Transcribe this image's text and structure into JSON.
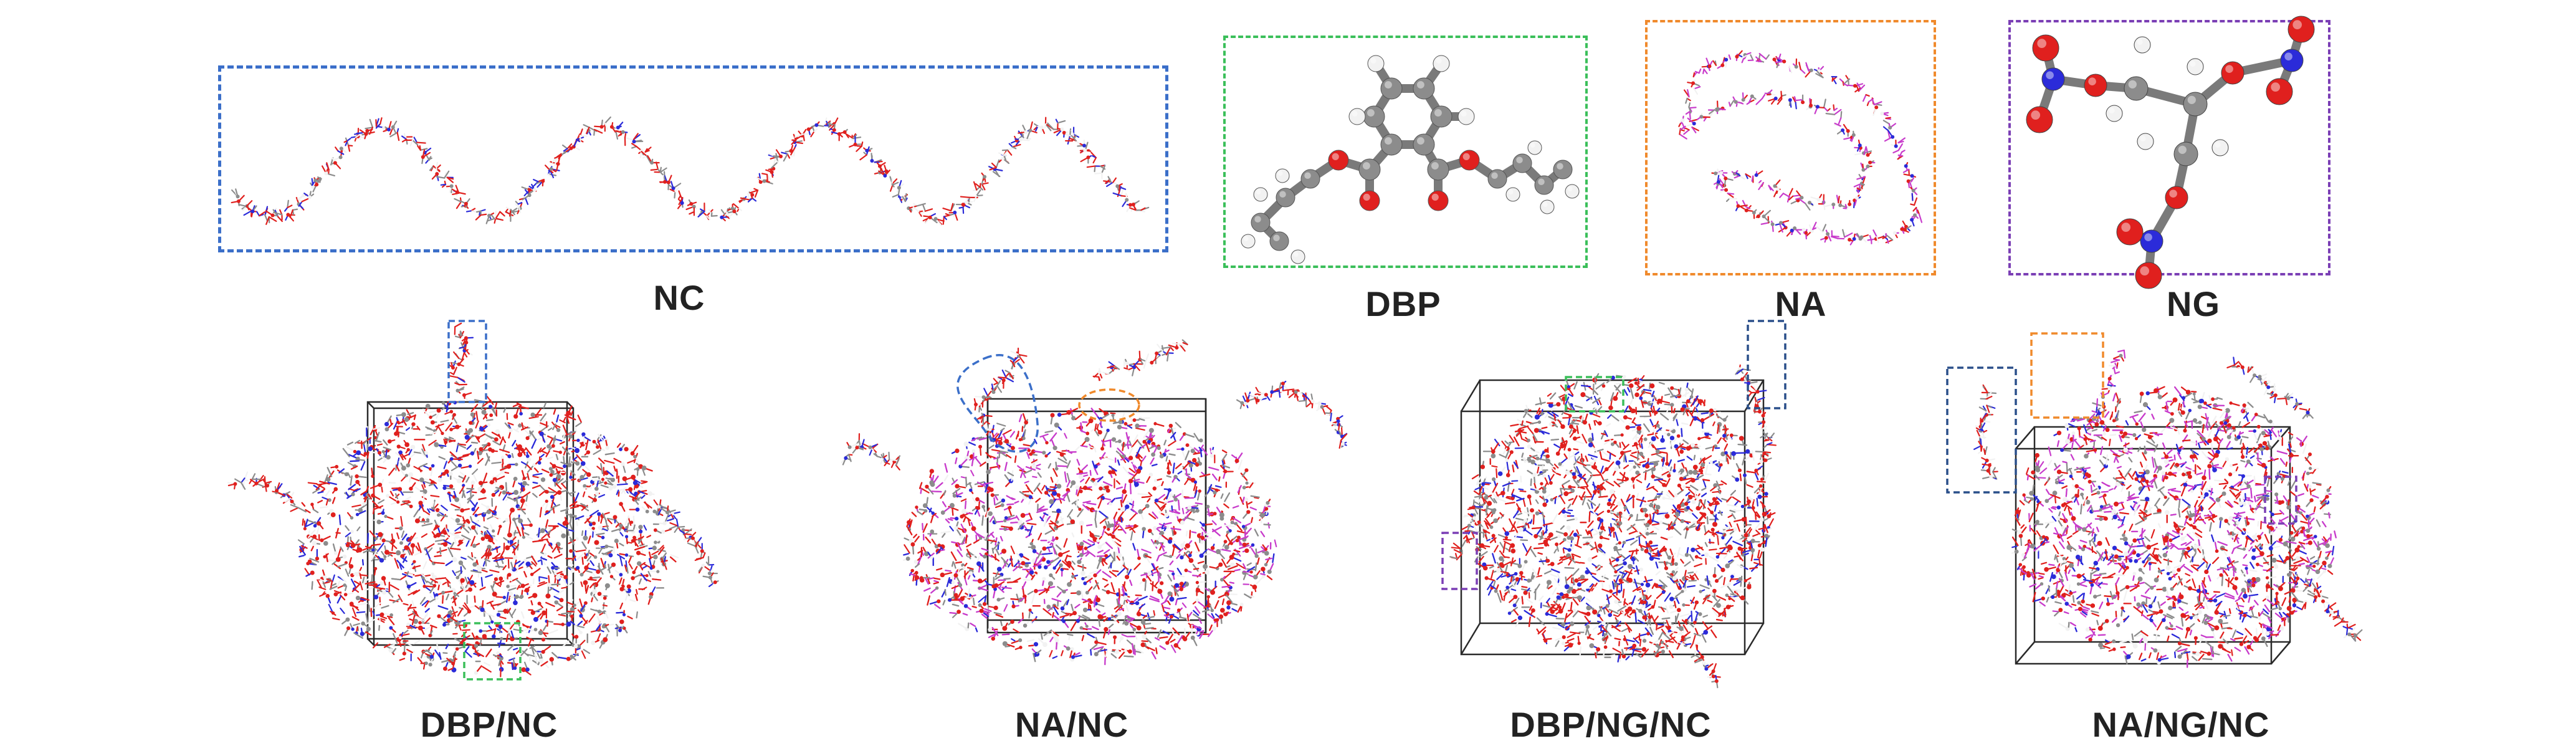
{
  "figure": {
    "top_row": [
      {
        "id": "nc",
        "label": "NC",
        "frame_color": "#3b6fc9"
      },
      {
        "id": "dbp",
        "label": "DBP",
        "frame_color": "#3bbf5a"
      },
      {
        "id": "na",
        "label": "NA",
        "frame_color": "#f08a2c"
      },
      {
        "id": "ng",
        "label": "NG",
        "frame_color": "#7b3fb5"
      }
    ],
    "bottom_row": [
      {
        "id": "dbp_nc",
        "label": "DBP/NC"
      },
      {
        "id": "na_nc",
        "label": "NA/NC"
      },
      {
        "id": "dbp_ng_nc",
        "label": "DBP/NG/NC"
      },
      {
        "id": "na_ng_nc",
        "label": "NA/NG/NC"
      }
    ],
    "atom_colors": {
      "oxygen": "#e0201e",
      "nitrogen": "#2b2bd9",
      "carbon": "#8c8c8c",
      "hydrogen": "#f2f2f2",
      "na_chain": "#c83ccb"
    }
  }
}
